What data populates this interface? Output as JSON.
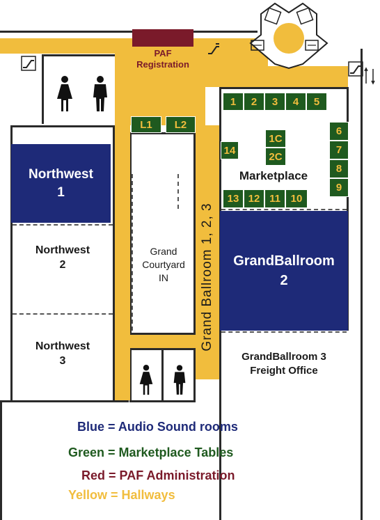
{
  "colors": {
    "hallway": "#f1bd3d",
    "audio_room": "#1e2a78",
    "table": "#1f5a1f",
    "admin": "#7a1a2a"
  },
  "paf_registration": {
    "line1": "PAF",
    "line2": "Registration"
  },
  "rooms": {
    "northwest1": {
      "line1": "Northwest",
      "line2": "1"
    },
    "northwest2": {
      "line1": "Northwest",
      "line2": "2"
    },
    "northwest3": {
      "line1": "Northwest",
      "line2": "3"
    },
    "courtyard": {
      "line1": "Grand",
      "line2": "Courtyard",
      "line3": "IN"
    },
    "grand_ballroom_2": {
      "line1": "GrandBallroom",
      "line2": "2"
    },
    "grand_ballroom_3": {
      "line1": "GrandBallroom 3",
      "line2": "Freight Office"
    },
    "marketplace": "Marketplace"
  },
  "hallway_label": "Grand Ballroom 1, 2, 3",
  "tables": {
    "top_row": [
      "1",
      "2",
      "3",
      "4",
      "5"
    ],
    "right_col": [
      "6",
      "7",
      "8",
      "9"
    ],
    "bottom_row": [
      "13",
      "12",
      "11",
      "10"
    ],
    "center": [
      "1C",
      "2C"
    ],
    "left": "14",
    "lobby": [
      "L1",
      "L2"
    ]
  },
  "legend": {
    "blue": "Blue = Audio Sound rooms",
    "green": "Green = Marketplace Tables",
    "red": "Red = PAF Administration",
    "yellow": "Yellow = Hallways"
  },
  "icons": [
    "escalator-icon",
    "restroom-women-icon",
    "restroom-men-icon",
    "elevator-icon"
  ]
}
